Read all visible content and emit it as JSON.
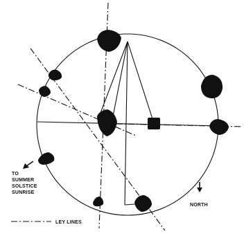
{
  "labels": {
    "sunrise": [
      "TO",
      "SUMMER",
      "SOLSTICE",
      "SUNRISE"
    ],
    "north": "NORTH",
    "ley_lines": "LEY LINES"
  },
  "colors": {
    "ink": "#111111",
    "background": "#ffffff"
  }
}
